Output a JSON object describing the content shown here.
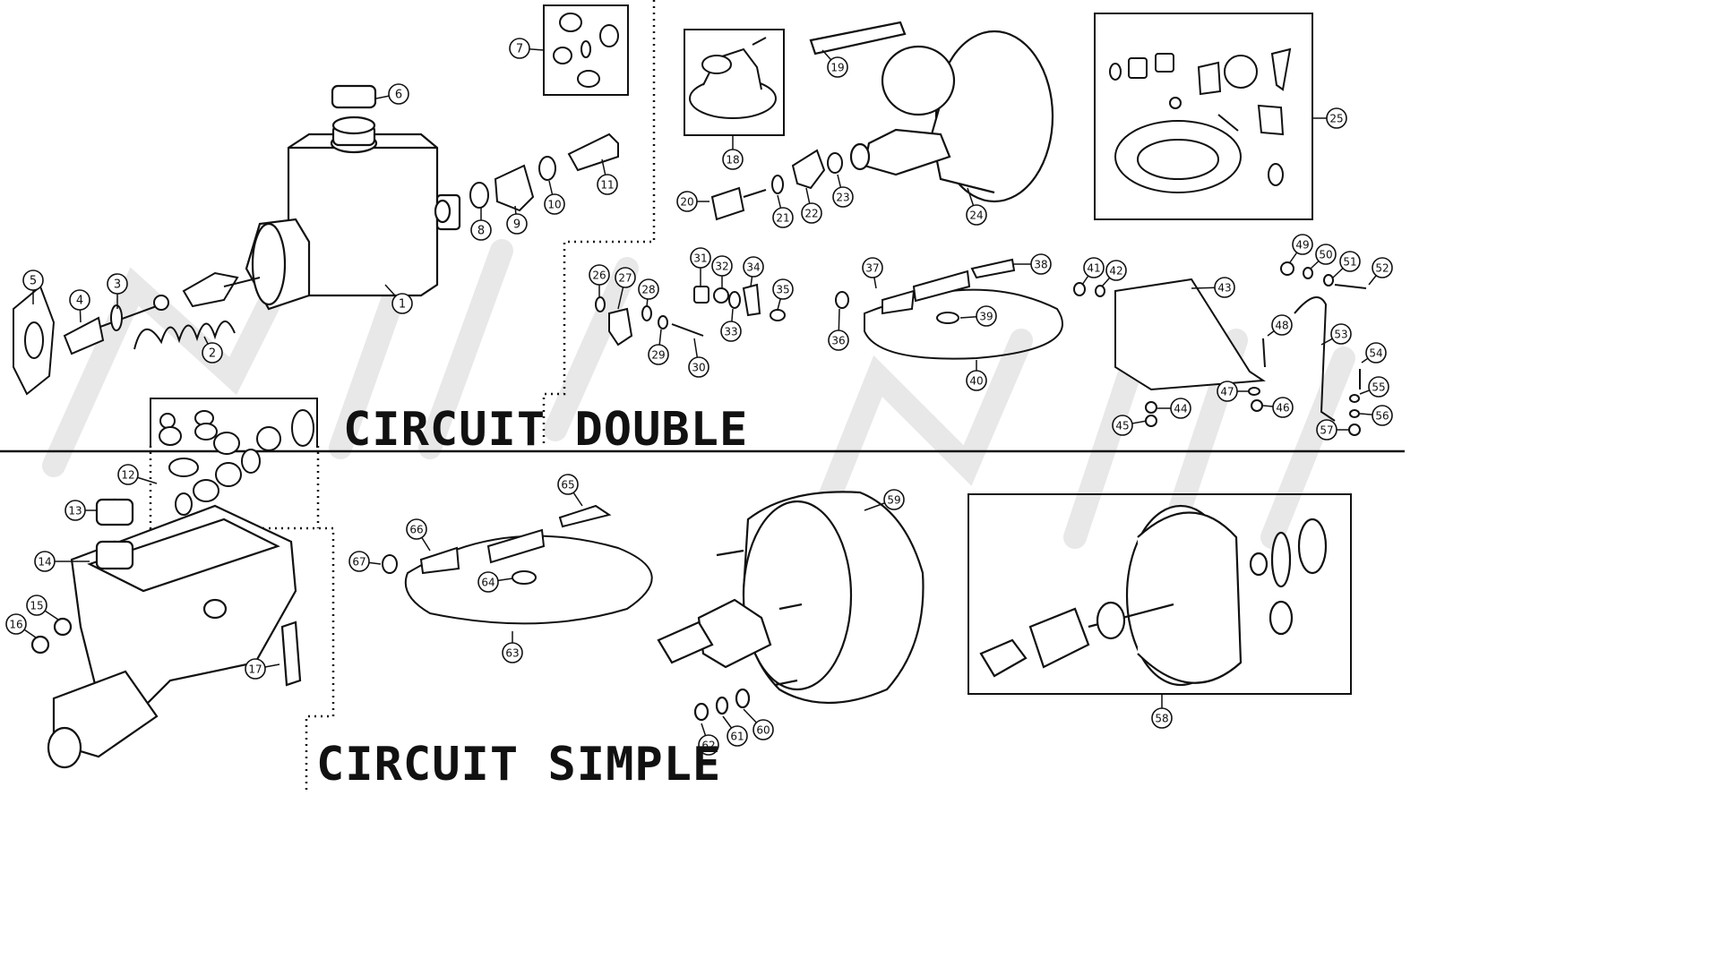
{
  "sections": {
    "double": "CIRCUIT DOUBLE",
    "simple": "CIRCUIT SIMPLE"
  },
  "watermark": "Rimtec",
  "colors": {
    "ink": "#111111",
    "paper": "#ffffff",
    "watermark": "#e6e6e6"
  },
  "parts": [
    {
      "n": "1"
    },
    {
      "n": "2"
    },
    {
      "n": "3"
    },
    {
      "n": "4"
    },
    {
      "n": "5"
    },
    {
      "n": "6"
    },
    {
      "n": "7"
    },
    {
      "n": "8"
    },
    {
      "n": "9"
    },
    {
      "n": "10"
    },
    {
      "n": "11"
    },
    {
      "n": "12"
    },
    {
      "n": "13"
    },
    {
      "n": "14"
    },
    {
      "n": "15"
    },
    {
      "n": "16"
    },
    {
      "n": "17"
    },
    {
      "n": "18"
    },
    {
      "n": "19"
    },
    {
      "n": "20"
    },
    {
      "n": "21"
    },
    {
      "n": "22"
    },
    {
      "n": "23"
    },
    {
      "n": "24"
    },
    {
      "n": "25"
    },
    {
      "n": "26"
    },
    {
      "n": "27"
    },
    {
      "n": "28"
    },
    {
      "n": "29"
    },
    {
      "n": "30"
    },
    {
      "n": "31"
    },
    {
      "n": "32"
    },
    {
      "n": "33"
    },
    {
      "n": "34"
    },
    {
      "n": "35"
    },
    {
      "n": "36"
    },
    {
      "n": "37"
    },
    {
      "n": "38"
    },
    {
      "n": "39"
    },
    {
      "n": "40"
    },
    {
      "n": "41"
    },
    {
      "n": "42"
    },
    {
      "n": "43"
    },
    {
      "n": "44"
    },
    {
      "n": "45"
    },
    {
      "n": "46"
    },
    {
      "n": "47"
    },
    {
      "n": "48"
    },
    {
      "n": "49"
    },
    {
      "n": "50"
    },
    {
      "n": "51"
    },
    {
      "n": "52"
    },
    {
      "n": "53"
    },
    {
      "n": "54"
    },
    {
      "n": "55"
    },
    {
      "n": "56"
    },
    {
      "n": "57"
    },
    {
      "n": "58"
    },
    {
      "n": "59"
    },
    {
      "n": "60"
    },
    {
      "n": "61"
    },
    {
      "n": "62"
    },
    {
      "n": "63"
    },
    {
      "n": "64"
    },
    {
      "n": "65"
    },
    {
      "n": "66"
    },
    {
      "n": "67"
    }
  ]
}
